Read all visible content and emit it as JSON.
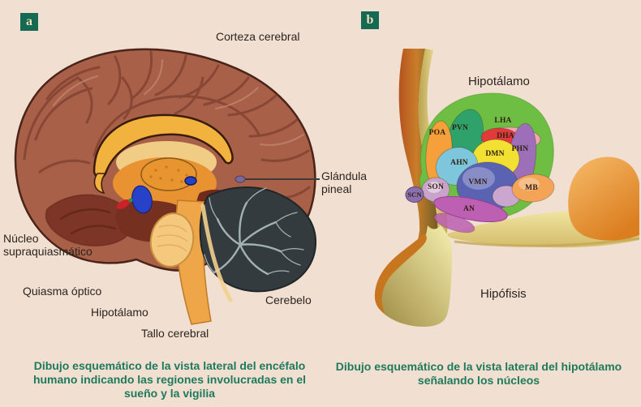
{
  "figure": {
    "type": "anatomical-diagram",
    "background": "#F1DFD1"
  },
  "panel_a": {
    "badge": "a",
    "labels": {
      "corteza_cerebral": "Corteza cerebral",
      "glandula_pineal": "Glándula pineal",
      "nucleo_supraquiasmatico": "Núcleo supraquiasmático",
      "quiasma_optico": "Quiasma óptico",
      "hipotalamo": "Hipotálamo",
      "tallo_cerebral": "Tallo cerebral",
      "cerebelo": "Cerebelo"
    },
    "caption": "Dibujo esquemático de la vista lateral del encéfalo humano indicando las regiones involucradas en el sueño y la vigilia"
  },
  "panel_b": {
    "badge": "b",
    "labels": {
      "hipotalamo": "Hipotálamo",
      "hipofisis": "Hipófisis"
    },
    "nuclei": [
      {
        "abbr": "POA",
        "color": "#F5A03A"
      },
      {
        "abbr": "PVN",
        "color": "#2FA26B"
      },
      {
        "abbr": "LHA",
        "color": "#6FBE44"
      },
      {
        "abbr": "DHA",
        "color": "#E03A3C"
      },
      {
        "abbr": "DMN",
        "color": "#F2E033"
      },
      {
        "abbr": "PHN",
        "color": "#9D6FB8"
      },
      {
        "abbr": "AHN",
        "color": "#7EC6DC"
      },
      {
        "abbr": "VMN",
        "color": "#5A62B2"
      },
      {
        "abbr": "SCN",
        "color": "#8B6FAE"
      },
      {
        "abbr": "SON",
        "color": "#C9A3C9"
      },
      {
        "abbr": "AN",
        "color": "#BD5FB3"
      },
      {
        "abbr": "MB",
        "color": "#F3A456"
      }
    ],
    "caption": "Dibujo esquemático de la vista lateral del hipotálamo señalando los núcleos"
  },
  "colors": {
    "badge_background": "#156B52",
    "badge_text": "#F2E4C2",
    "caption_text": "#1E7A5C",
    "label_text": "#2B2520",
    "cortex_brown": "#A86049",
    "cerebellum_dark": "#343B3E",
    "corpus_callosum_yellow": "#F2B23E",
    "brainstem_orange": "#EFA648",
    "dha_halo_pink": "#F0A7B1"
  }
}
